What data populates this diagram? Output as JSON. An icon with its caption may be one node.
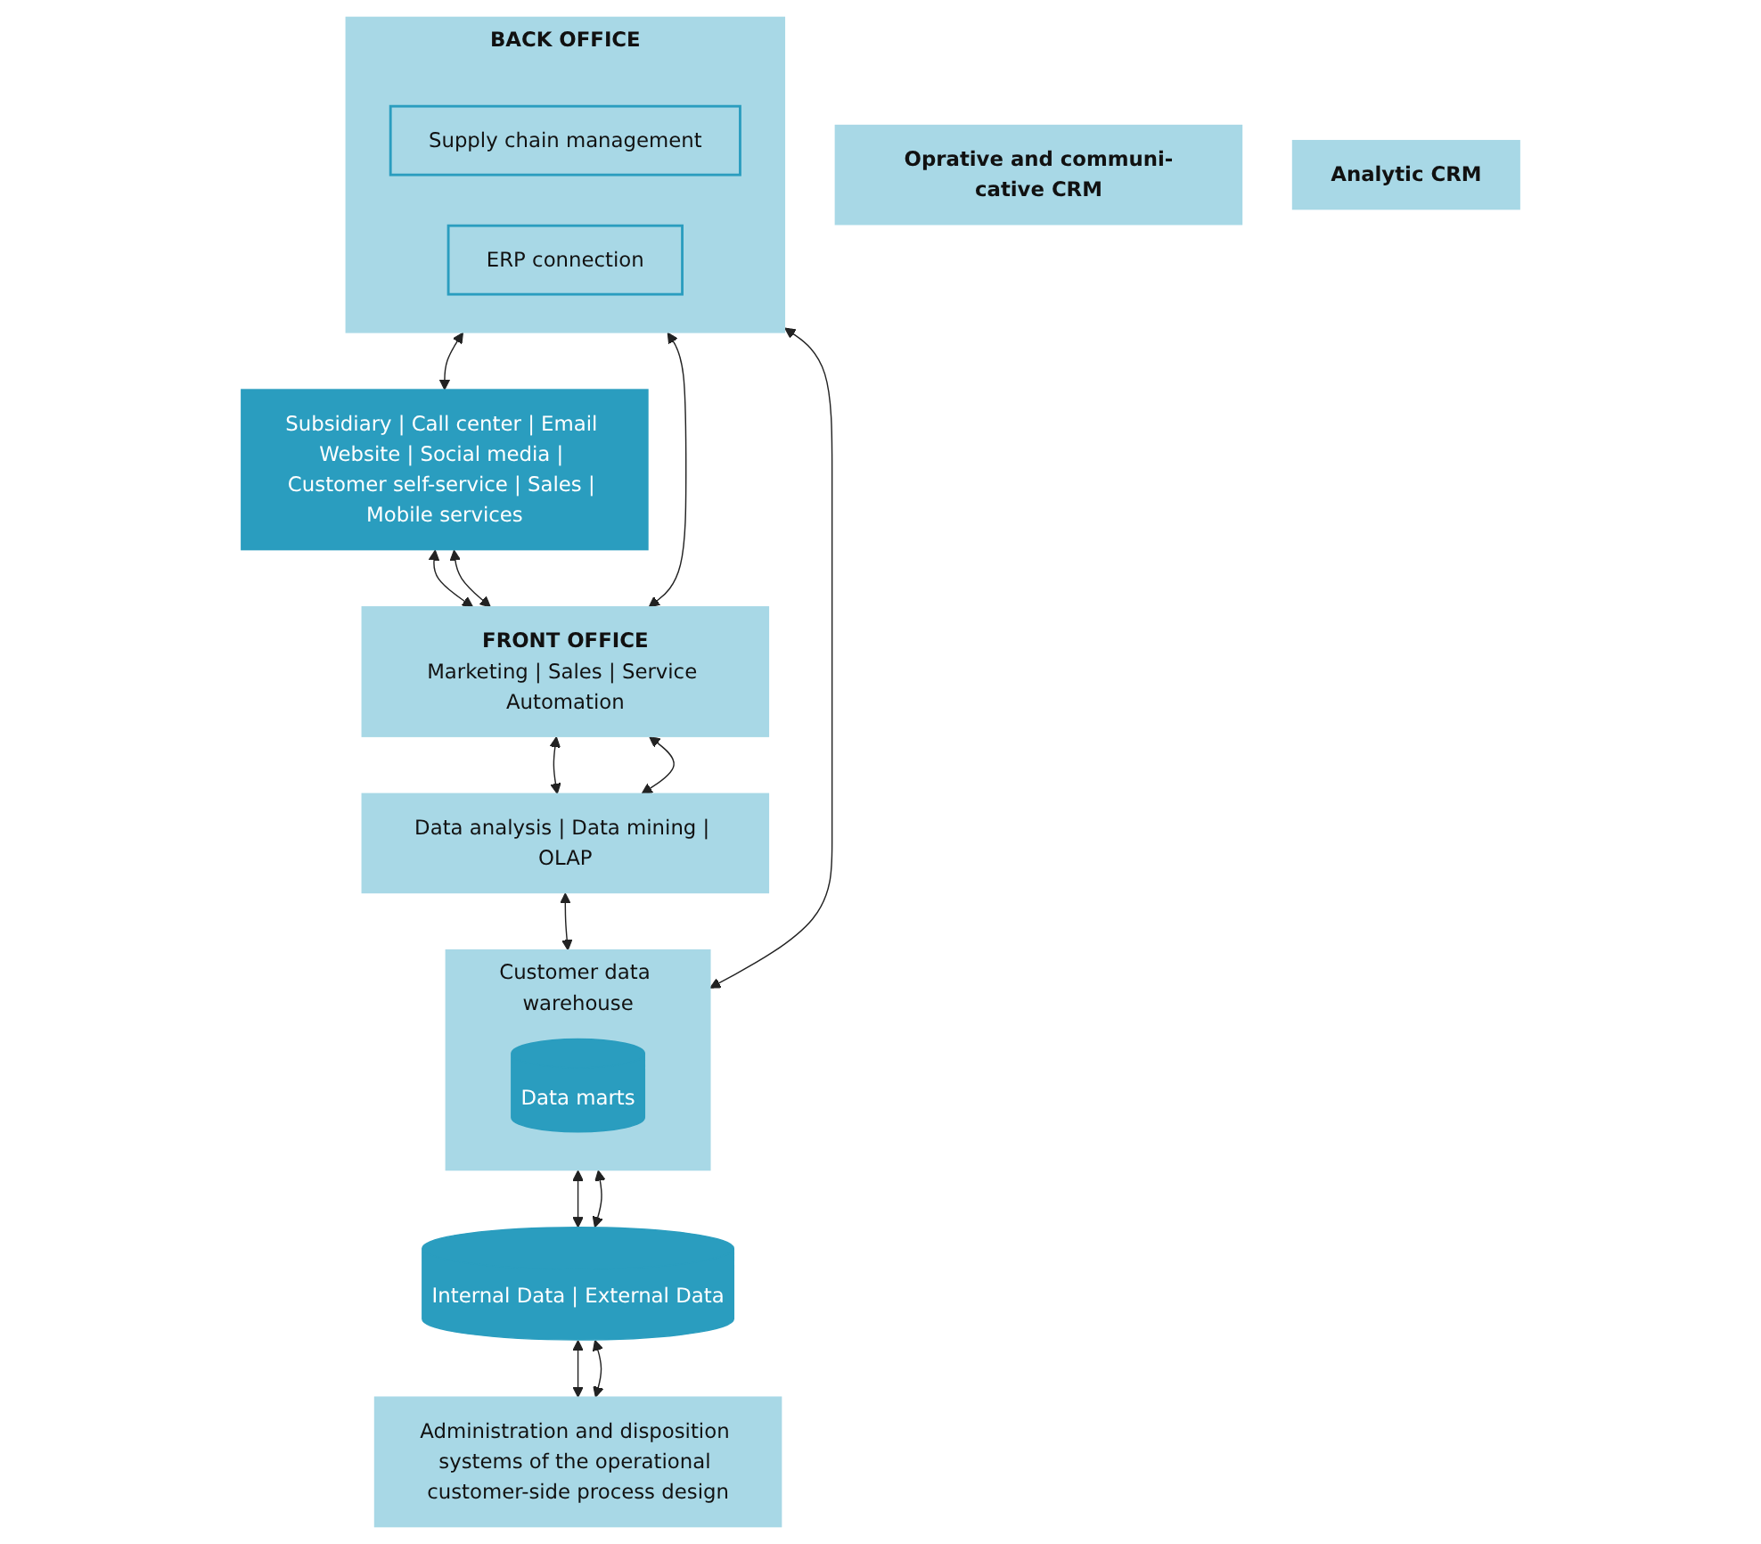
{
  "diagram": {
    "nodes": [
      {
        "text": [
          "BACK OFFICE"
        ]
      },
      {
        "text": [
          "Supply chain management"
        ],
        "in": 0
      },
      {
        "text": [
          "ERP connection"
        ],
        "in": 0
      },
      {
        "text": [
          "Subsidiary | Call center | Email Website | Social media | Customer self-service | Sales | Mobile services"
        ]
      },
      {
        "text": [
          "FRONT OFFICE",
          "Marketing | Sales | Service Automation"
        ]
      },
      {
        "text": [
          "Data analysis | Data mining | OLAP"
        ]
      },
      {
        "text": [
          "Customer data warehouse"
        ]
      },
      {
        "text": [
          "Data marts"
        ],
        "in": 6
      },
      {
        "text": [
          "Internal Data | External Data"
        ]
      },
      {
        "text": [
          "Administration and disposition systems of the operational customer-side process design"
        ]
      },
      {
        "text": [
          "Oprative and communi-cative CRM"
        ]
      },
      {
        "text": [
          "Analytic CRM"
        ]
      }
    ],
    "edges": [
      {
        "from": 0,
        "to": 3,
        "arrow": "both"
      },
      {
        "from": 0,
        "to": 4,
        "arrow": "both"
      },
      {
        "from": 3,
        "to": 4,
        "arrow": "both"
      },
      {
        "from": 3,
        "to": 4,
        "arrow": "both"
      },
      {
        "from": 4,
        "to": 5,
        "arrow": "both"
      },
      {
        "from": 4,
        "to": 5,
        "arrow": "both"
      },
      {
        "from": 5,
        "to": 6,
        "arrow": "both"
      },
      {
        "from": 0,
        "to": 6,
        "arrow": "both"
      },
      {
        "from": 6,
        "to": 8,
        "arrow": "both"
      },
      {
        "from": 6,
        "to": 8,
        "arrow": "both"
      },
      {
        "from": 8,
        "to": 9,
        "arrow": "both"
      },
      {
        "from": 8,
        "to": 9,
        "arrow": "both"
      }
    ]
  }
}
